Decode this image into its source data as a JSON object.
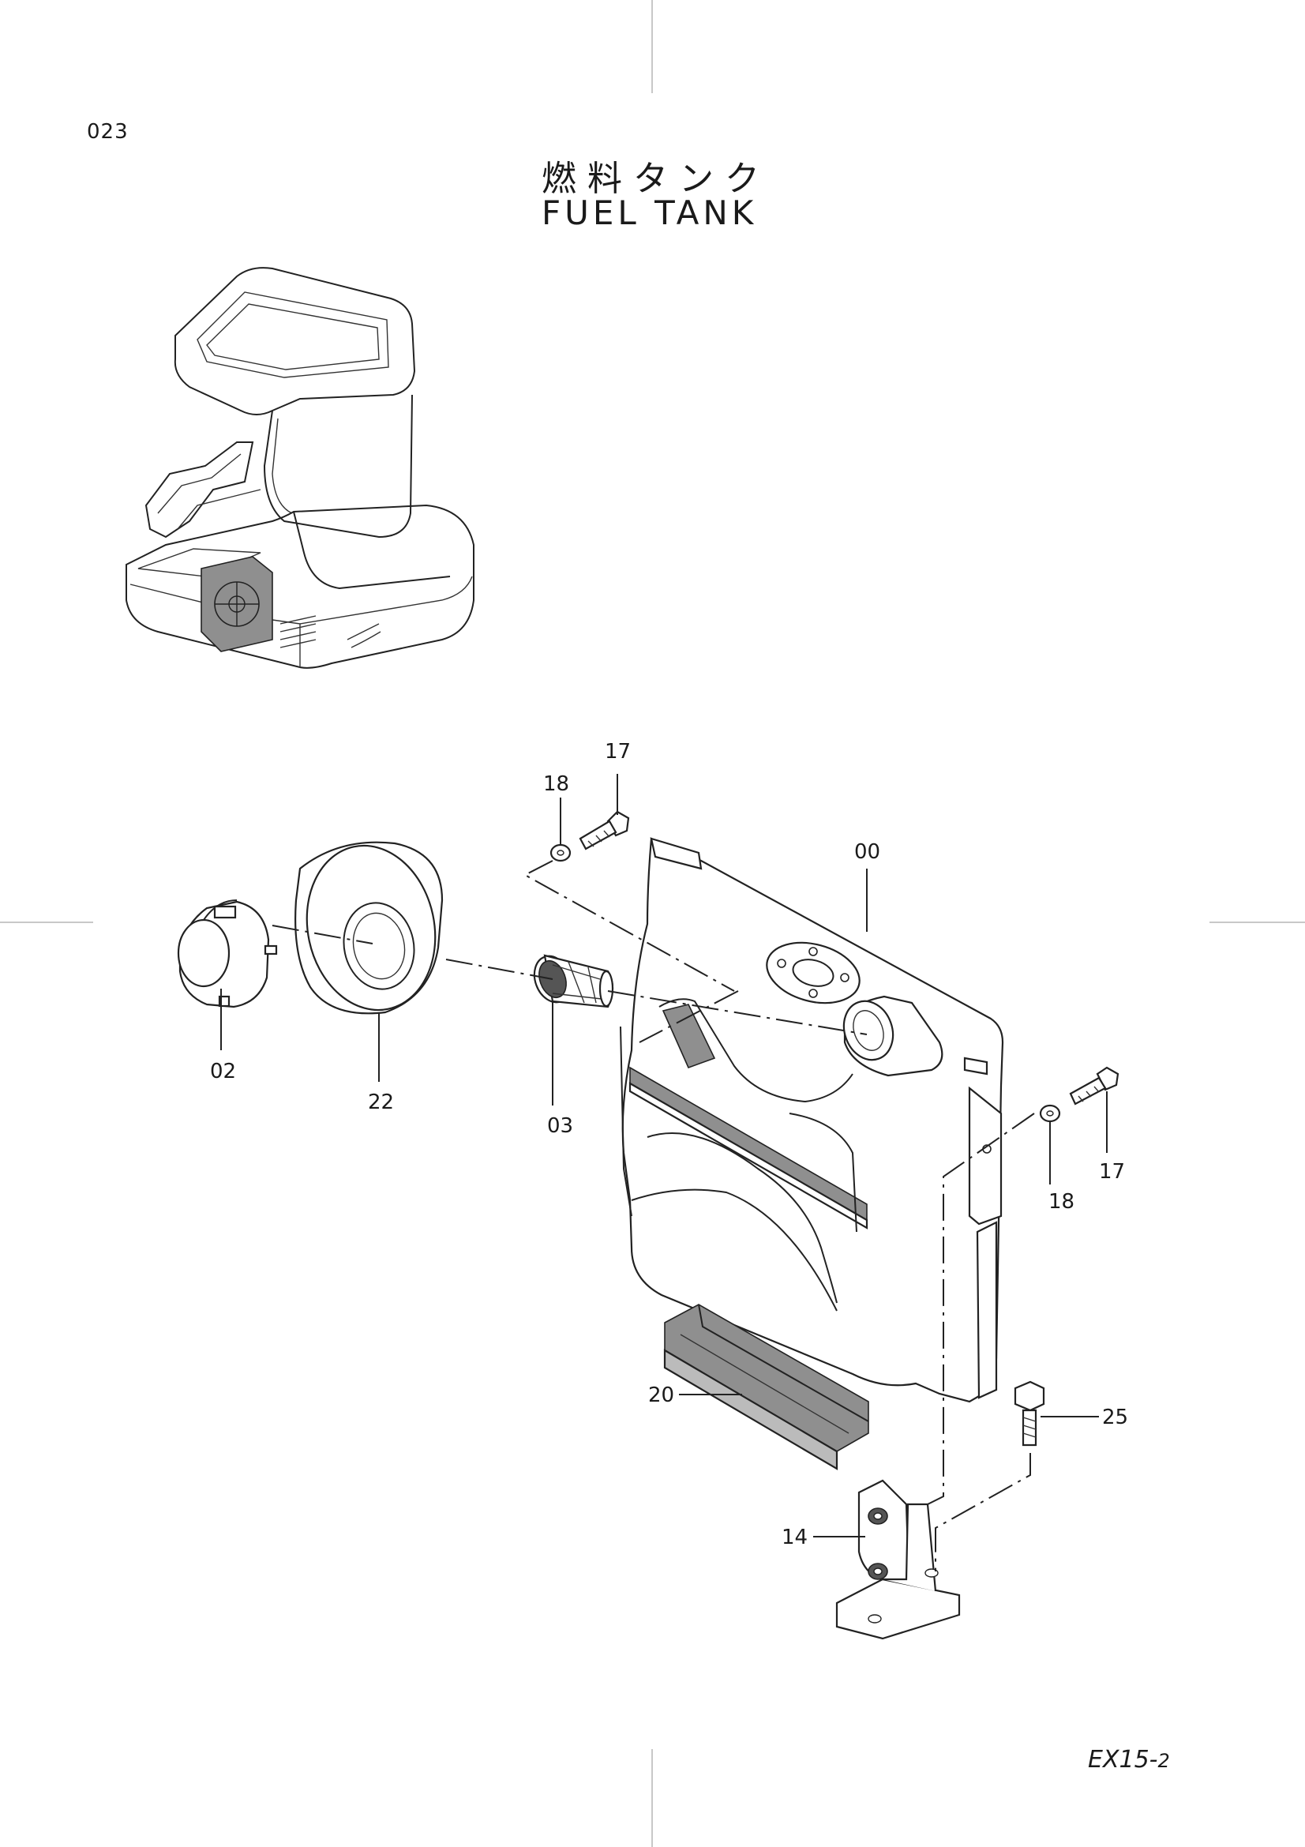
{
  "page_number": "023",
  "title_jp": "燃料タンク",
  "title_en": "FUEL TANK",
  "footer": {
    "code": "EX15-",
    "suffix": "2"
  },
  "parts": {
    "p00": "00",
    "p02": "02",
    "p03": "03",
    "p14": "14",
    "p17a": "17",
    "p17b": "17",
    "p18a": "18",
    "p18b": "18",
    "p20": "20",
    "p22": "22",
    "p25": "25"
  }
}
